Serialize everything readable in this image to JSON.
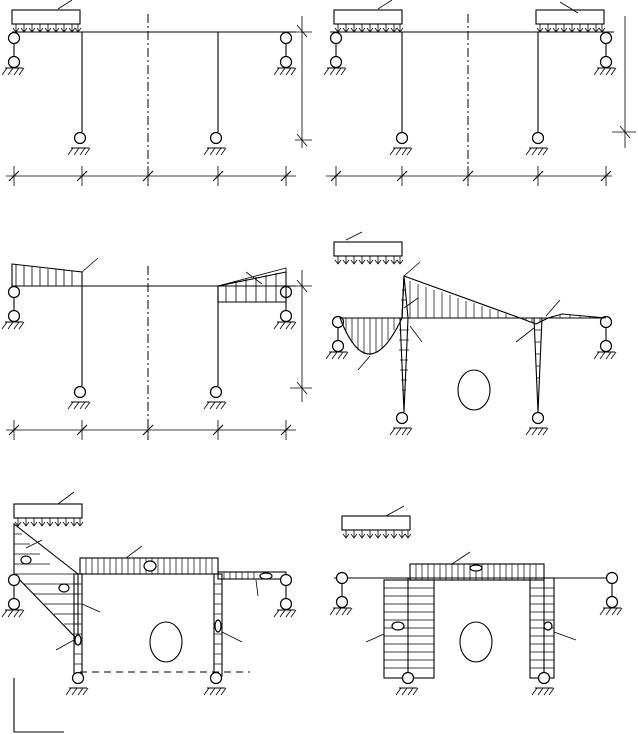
{
  "figure": {
    "description_labels": [],
    "panels": [
      {
        "id": "a"
      },
      {
        "id": "b"
      },
      {
        "id": "c"
      },
      {
        "id": "d"
      },
      {
        "id": "e"
      },
      {
        "id": "f"
      }
    ]
  }
}
